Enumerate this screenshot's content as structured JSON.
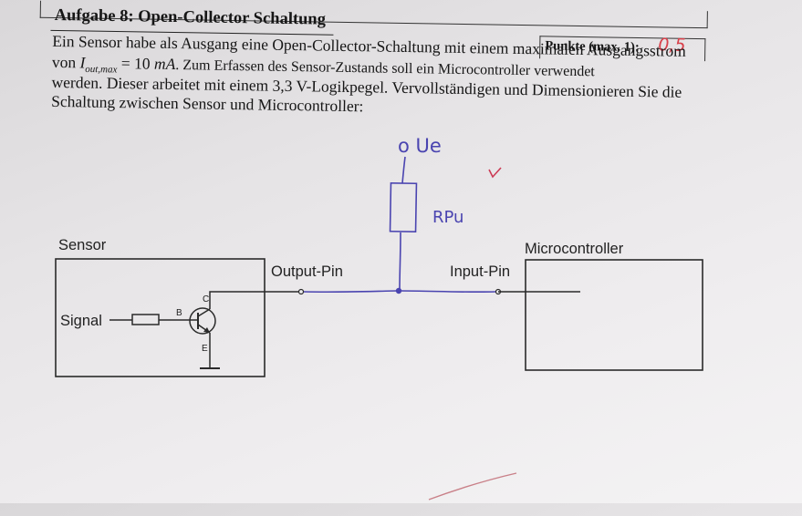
{
  "task": {
    "title": "Aufgabe 8: Open-Collector Schaltung",
    "points_label": "Punkte (max. 1):",
    "points_awarded": "0,5"
  },
  "paragraph": {
    "line1": "Ein Sensor habe als Ausgang eine Open-Collector-Schaltung mit einem maximalen Ausgangsstrom",
    "line2_prefix": "von",
    "line2_var": "I",
    "line2_sub": "out,max",
    "line2_eq": "= 10",
    "line2_unit": "mA",
    "line2_rest": ". Zum Erfassen des Sensor-Zustands soll ein Microcontroller verwendet",
    "line3": "werden. Dieser arbeitet mit einem 3,3 V-Logikpegel. Vervollständigen und Dimensionieren Sie die",
    "line4": "Schaltung zwischen Sensor und Microcontroller:"
  },
  "diagram": {
    "sensor_label": "Sensor",
    "signal_label": "Signal",
    "base_label": "B",
    "collector_label": "C",
    "emitter_label": "E",
    "output_pin_label": "Output-Pin",
    "input_pin_label": "Input-Pin",
    "mcu_label": "Microcontroller"
  },
  "annotations": {
    "supply": "o Ue",
    "resistor": "RPu",
    "check": "✓"
  }
}
